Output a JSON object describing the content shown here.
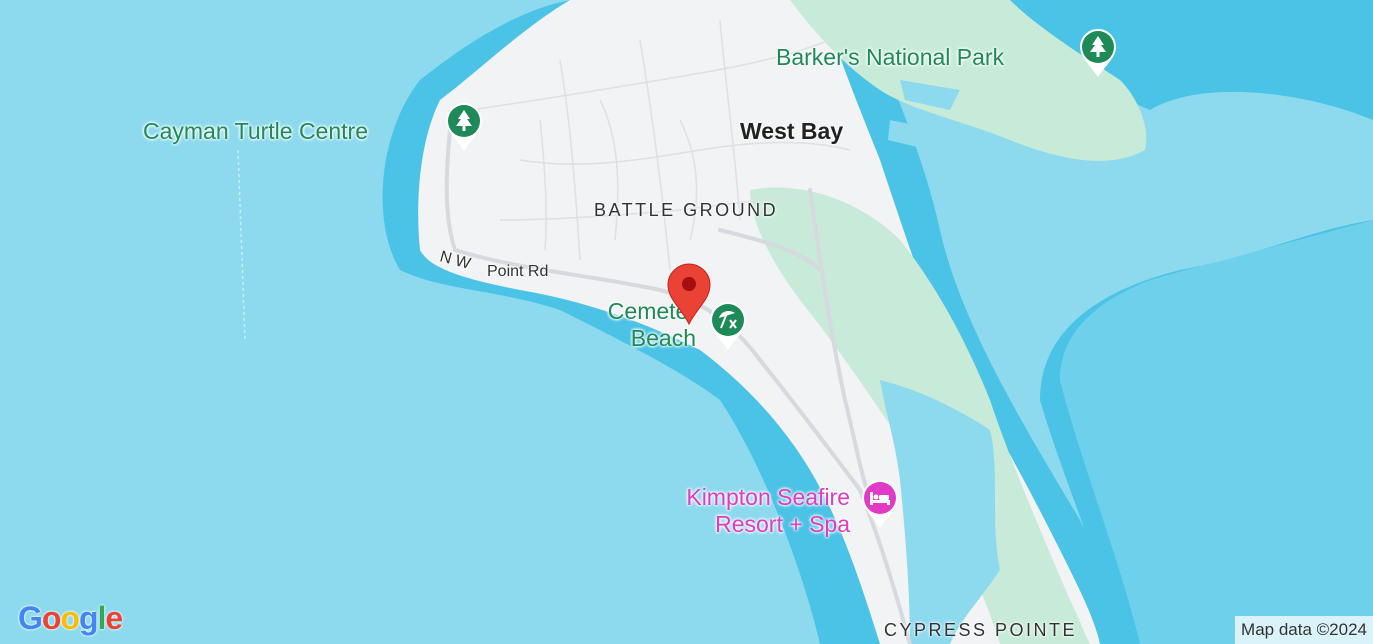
{
  "map": {
    "places": {
      "barkers": "Barker's National Park",
      "turtle": "Cayman Turtle Centre",
      "west_bay": "West Bay",
      "battle_ground": "BATTLE GROUND",
      "nw_point_prefix": "N W",
      "nw_point_rest": "Point Rd",
      "cemetery_line1": "Cemeter",
      "cemetery_line2": "Beach",
      "kimpton_line1": "Kimpton Seafire",
      "kimpton_line2": "Resort + Spa",
      "cypress": "CYPRESS POINTE"
    },
    "icons": {
      "park": "tree-icon",
      "beach": "beach-umbrella-icon",
      "hotel": "bed-icon",
      "marker": "location-pin-icon"
    },
    "colors": {
      "park_green": "#1e8a57",
      "hotel_pink": "#e03ac6",
      "marker_red": "#ea4335",
      "water": "#8ddaee"
    }
  },
  "branding": {
    "logo_letters": [
      "G",
      "o",
      "o",
      "g",
      "l",
      "e"
    ],
    "logo_colors": [
      "#4285f4",
      "#ea4335",
      "#fbbc05",
      "#4285f4",
      "#34a853",
      "#ea4335"
    ]
  },
  "attribution": "Map data ©2024"
}
